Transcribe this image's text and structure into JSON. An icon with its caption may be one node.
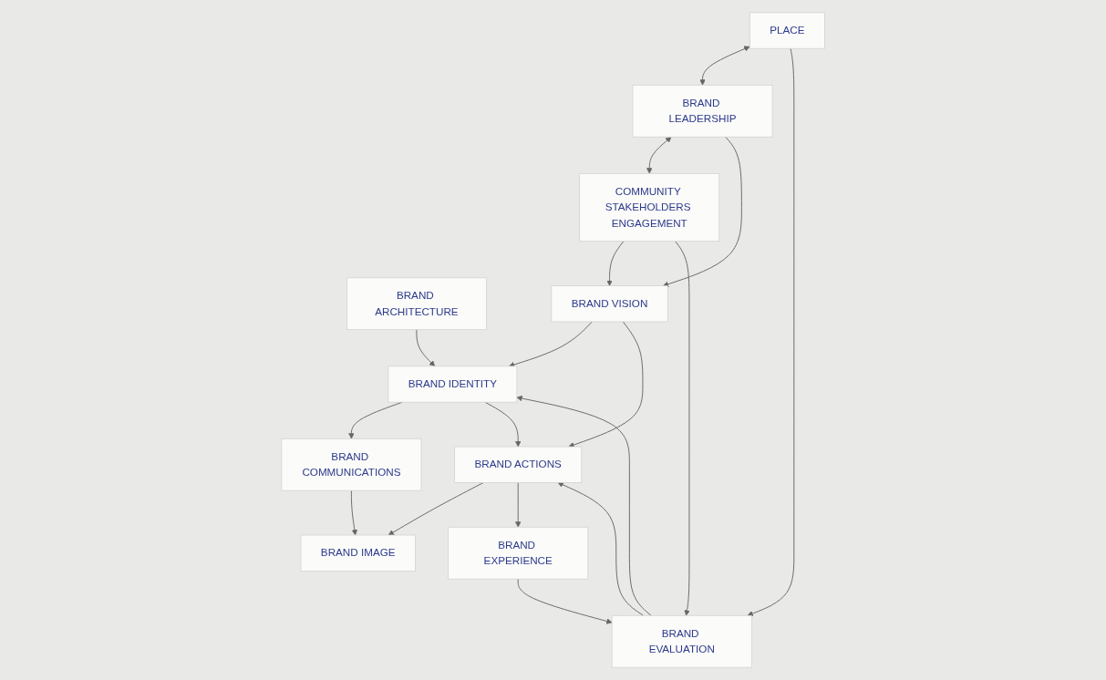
{
  "diagram": {
    "nodes": [
      {
        "text": [
          "PLACE"
        ]
      },
      {
        "text": [
          "BRAND LEADERSHIP"
        ]
      },
      {
        "text": [
          "COMMUNITY STAKEHOLDERS ENGAGEMENT"
        ]
      },
      {
        "text": [
          "BRAND ARCHITECTURE"
        ]
      },
      {
        "text": [
          "BRAND VISION"
        ]
      },
      {
        "text": [
          "BRAND IDENTITY"
        ]
      },
      {
        "text": [
          "BRAND COMMUNICATIONS"
        ]
      },
      {
        "text": [
          "BRAND IMAGE"
        ]
      },
      {
        "text": [
          "BRAND EVALUATION"
        ]
      },
      {
        "text": [
          "BRAND ACTIONS"
        ]
      },
      {
        "text": [
          "BRAND EXPERIENCE"
        ]
      }
    ],
    "edges": [
      {
        "from": 0,
        "to": 1,
        "arrow": "both"
      },
      {
        "from": 1,
        "to": 2,
        "arrow": "both"
      },
      {
        "from": 0,
        "to": 8,
        "arrow": "to"
      },
      {
        "from": 1,
        "to": 4,
        "arrow": "to"
      },
      {
        "from": 2,
        "to": 4,
        "arrow": "to"
      },
      {
        "from": 2,
        "to": 8,
        "arrow": "to"
      },
      {
        "from": 3,
        "to": 5,
        "arrow": "to"
      },
      {
        "from": 4,
        "to": 5,
        "arrow": "to"
      },
      {
        "from": 5,
        "to": 6,
        "arrow": "to"
      },
      {
        "from": 6,
        "to": 7,
        "arrow": "to"
      },
      {
        "from": 8,
        "to": 5,
        "arrow": "to"
      },
      {
        "from": 4,
        "to": 9,
        "arrow": "to"
      },
      {
        "from": 5,
        "to": 9,
        "arrow": "to"
      },
      {
        "from": 8,
        "to": 9,
        "arrow": "to"
      },
      {
        "from": 9,
        "to": 7,
        "arrow": "to"
      },
      {
        "from": 9,
        "to": 10,
        "arrow": "to"
      },
      {
        "from": 10,
        "to": 8,
        "arrow": "to"
      }
    ]
  }
}
